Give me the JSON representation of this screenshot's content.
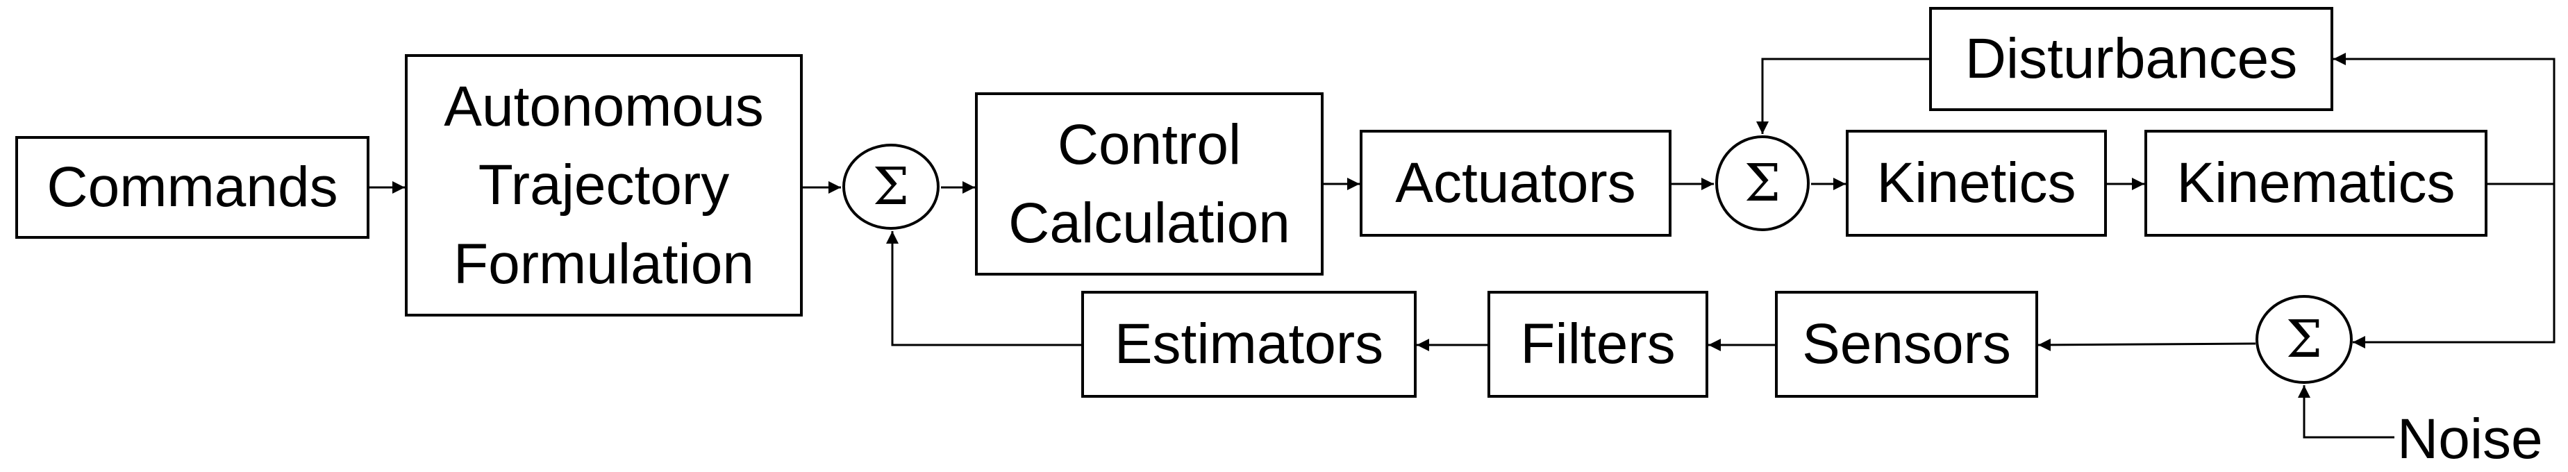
{
  "blocks": {
    "commands": "Commands",
    "trajectory": "Autonomous\nTrajectory\nFormulation",
    "control": "Control\nCalculation",
    "actuators": "Actuators",
    "kinetics": "Kinetics",
    "kinematics": "Kinematics",
    "disturbances": "Disturbances",
    "sensors": "Sensors",
    "filters": "Filters",
    "estimators": "Estimators"
  },
  "summing_symbol": "Σ",
  "noise_label": "Noise"
}
